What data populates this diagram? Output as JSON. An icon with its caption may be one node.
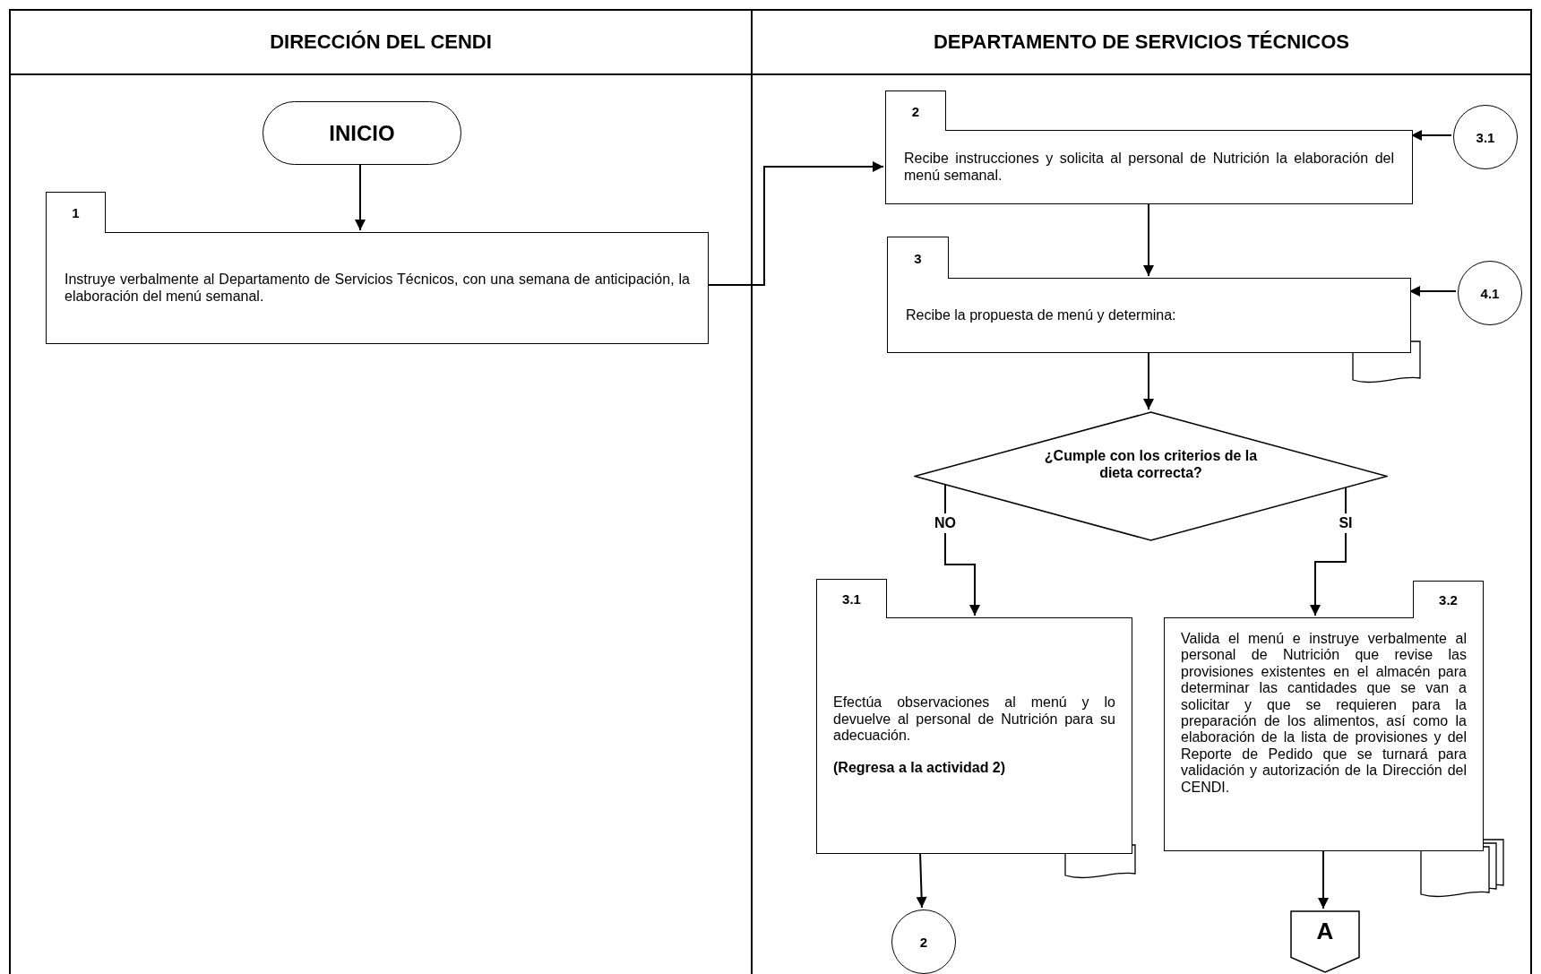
{
  "diagram": {
    "nodes": [
      {
        "text": [
          "DIRECCIÓN DEL CENDI"
        ]
      },
      {
        "text": [
          "DEPARTAMENTO DE SERVICIOS TÉCNICOS"
        ]
      },
      {
        "text": [
          "INICIO"
        ],
        "in": 0
      },
      {
        "text": [
          "1",
          "Instruye verbalmente al Departamento de Servicios Técnicos, con una semana de anticipación, la elaboración del menú semanal."
        ],
        "in": 0
      },
      {
        "text": [
          "2",
          "Recibe instrucciones y solicita al personal de Nutrición la elaboración del menú semanal."
        ],
        "in": 1
      },
      {
        "text": [
          "3.1"
        ],
        "in": 1
      },
      {
        "text": [
          "3",
          "Recibe la propuesta de menú y determina:"
        ],
        "in": 1
      },
      {
        "text": [
          "4.1"
        ],
        "in": 1
      },
      {
        "text": [
          "¿Cumple con los criterios de la dieta correcta?"
        ],
        "in": 1
      },
      {
        "text": [
          "3.1",
          "Efectúa observaciones al menú y lo devuelve al personal de Nutrición para su adecuación.",
          "(Regresa a la actividad 2)"
        ],
        "in": 1
      },
      {
        "text": [
          "3.2",
          "Valida el menú e instruye verbalmente al personal de Nutrición que revise las provisiones existentes en el almacén para determinar las cantidades que se van a solicitar y que se requieren para la preparación de los alimentos, así como la elaboración de la lista de provisiones y del Reporte de Pedido que se turnará para validación y autorización de la Dirección del CENDI."
        ],
        "in": 1
      },
      {
        "text": [
          "2"
        ],
        "in": 1
      },
      {
        "text": [
          "A"
        ],
        "in": 1
      }
    ],
    "edges": [
      {
        "from": 2,
        "to": 3,
        "arrow": "to"
      },
      {
        "from": 3,
        "to": 4,
        "arrow": "to"
      },
      {
        "from": 5,
        "to": 4,
        "arrow": "to"
      },
      {
        "from": 4,
        "to": 6,
        "arrow": "to"
      },
      {
        "from": 7,
        "to": 6,
        "arrow": "to"
      },
      {
        "from": 6,
        "to": 8,
        "arrow": "to"
      },
      {
        "from": 8,
        "to": 9,
        "arrow": "to",
        "label": "NO"
      },
      {
        "from": 8,
        "to": 10,
        "arrow": "to",
        "label": "SI"
      },
      {
        "from": 9,
        "to": 11,
        "arrow": "to"
      },
      {
        "from": 10,
        "to": 12,
        "arrow": "to"
      }
    ]
  }
}
